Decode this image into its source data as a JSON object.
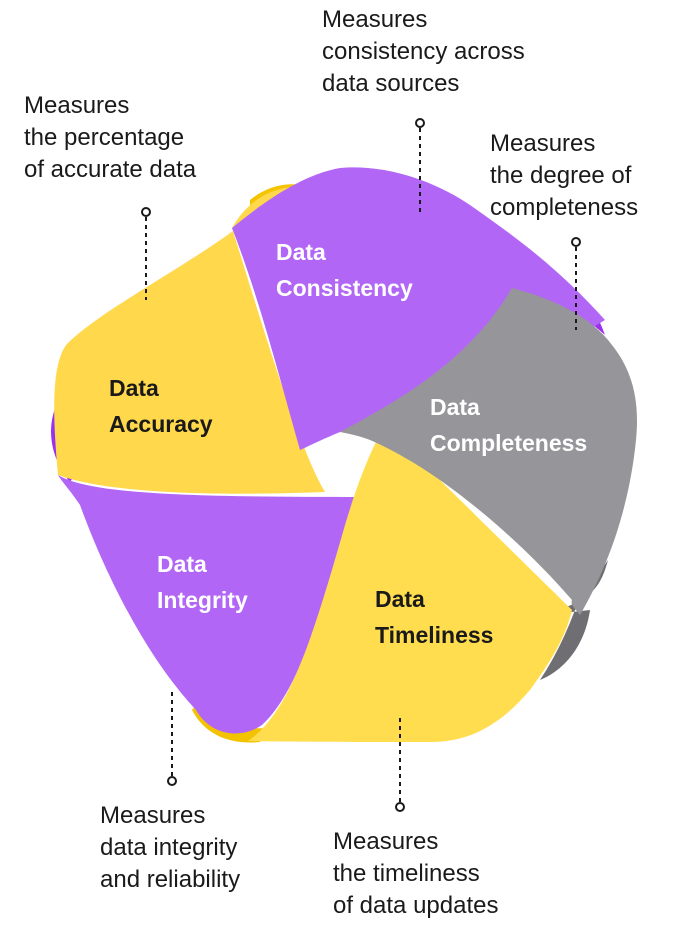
{
  "segments": {
    "consistency": {
      "line1": "Data",
      "line2": "Consistency",
      "color": "#B266F6",
      "edge": "#9A2FF0"
    },
    "completeness": {
      "line1": "Data",
      "line2": "Completeness",
      "color": "#96969A",
      "edge": "#6F6F73"
    },
    "timeliness": {
      "line1": "Data",
      "line2": "Timeliness",
      "color": "#FFDD4E",
      "edge": "#F3C300"
    },
    "integrity": {
      "line1": "Data",
      "line2": "Integrity",
      "color": "#B266F6",
      "edge": "#9A2FF0"
    },
    "accuracy": {
      "line1": "Data",
      "line2": "Accuracy",
      "color": "#FFD84B",
      "edge": "#F4C400"
    }
  },
  "descriptions": {
    "accuracy": [
      "Measures",
      "the percentage",
      "of accurate data"
    ],
    "consistency": [
      "Measures",
      "consistency across",
      "data sources"
    ],
    "completeness": [
      "Measures",
      "the degree of",
      "completeness"
    ],
    "integrity": [
      "Measures",
      "data integrity",
      "and reliability"
    ],
    "timeliness": [
      "Measures",
      "the timeliness",
      "of data updates"
    ]
  }
}
